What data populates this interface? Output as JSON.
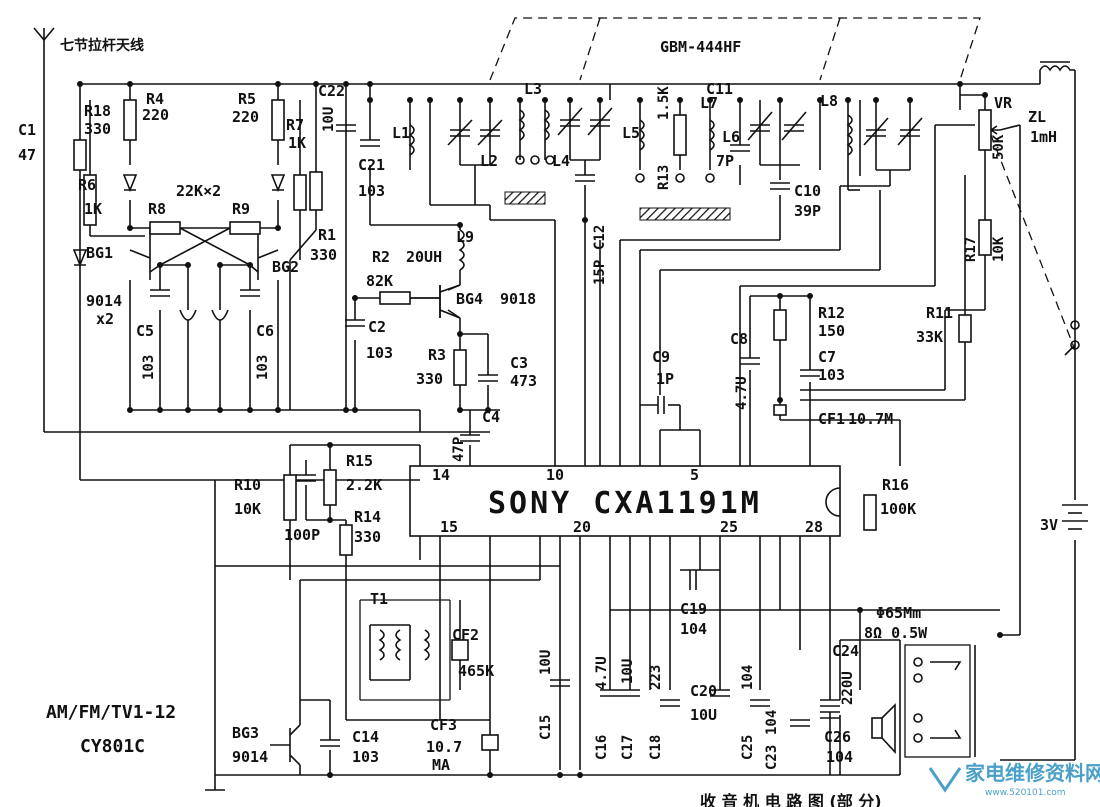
{
  "antenna_label": "七节拉杆天线",
  "module_label": "GBM-444HF",
  "chip_label": "SONY CXA1191M",
  "board_label": "AM/FM/TV1-12",
  "model_label": "CY801C",
  "chip_pins": {
    "p14": "14",
    "p10": "10",
    "p5": "5",
    "p15": "15",
    "p20": "20",
    "p25": "25",
    "p28": "28"
  },
  "components": {
    "C1": "C1",
    "C1v": "47",
    "R18": "R18",
    "R18v": "330",
    "R4": "R4",
    "R4v": "220",
    "R5": "R5",
    "R5v": "220",
    "R6": "R6",
    "R6v": "1K",
    "R7": "R7",
    "R7v": "1K",
    "R8": "R8",
    "R9": "R9",
    "R8v": "22K×2",
    "BG1": "BG1",
    "BG2": "BG2",
    "BG1v": "9014",
    "BG1x": "x2",
    "C5": "C5",
    "C5v": "103",
    "C6": "C6",
    "C6v": "103",
    "C22": "C22",
    "C22v": "10U",
    "C21": "C21",
    "C21v": "103",
    "R1": "R1",
    "R1v": "330",
    "R2": "R2",
    "R2v": "82K",
    "L9": "L9",
    "L9v": "20UH",
    "BG4": "BG4",
    "BG4v": "9018",
    "C2": "C2",
    "C2v": "103",
    "R3": "R3",
    "R3v": "330",
    "C3": "C3",
    "C3v": "473",
    "C4": "C4",
    "C4v": "47P",
    "L1": "L1",
    "L2": "L2",
    "L3": "L3",
    "L4": "L4",
    "C12": "C12",
    "C12v": "15P",
    "C11": "C11",
    "L5": "L5",
    "L6": "L6",
    "L7": "L7",
    "L7v": "7P",
    "R13": "R13",
    "R13v": "1.5K",
    "C10": "C10",
    "C10v": "39P",
    "L8": "L8",
    "VR": "VR",
    "VRv": "50K",
    "ZL": "ZL",
    "ZLv": "1mH",
    "R17": "R17",
    "R17v": "10K",
    "R12": "R12",
    "R12v": "150",
    "R11": "R11",
    "R11v": "33K",
    "C8": "C8",
    "C8v": "4.7U",
    "C7": "C7",
    "C7v": "103",
    "C9": "C9",
    "C9v": "1P",
    "CF1": "CF1",
    "CF1v": "10.7M",
    "R10": "R10",
    "R10v": "10K",
    "R15": "R15",
    "R15v": "2.2K",
    "R14": "R14",
    "R14v": "330",
    "Cp": "100P",
    "R16": "R16",
    "R16v": "100K",
    "battery": "3V",
    "T1": "T1",
    "CF2": "CF2",
    "CF2v": "465K",
    "CF3": "CF3",
    "CF3v": "10.7",
    "CF3w": "MA",
    "BG3": "BG3",
    "BG3v": "9014",
    "C14": "C14",
    "C14v": "103",
    "C15": "C15",
    "C15v": "10U",
    "C16": "C16",
    "C16v": "4.7U",
    "C17": "C17",
    "C17v": "10U",
    "C18": "C18",
    "C18v": "223",
    "C19": "C19",
    "C19v": "104",
    "C20": "C20",
    "C20v": "10U",
    "C25": "C25",
    "C25v": "104",
    "C23": "C23",
    "C23v": "104",
    "C24": "C24",
    "C24v": "220U",
    "C26": "C26",
    "C26v": "104",
    "SPK": "8Ω 0.5W",
    "SPKmm": "Φ65Mm"
  },
  "watermark": {
    "text": "家电维修资料网",
    "url": "www.520101.com"
  },
  "footer_text": "收 音 机 电 路 图 (部 分)"
}
